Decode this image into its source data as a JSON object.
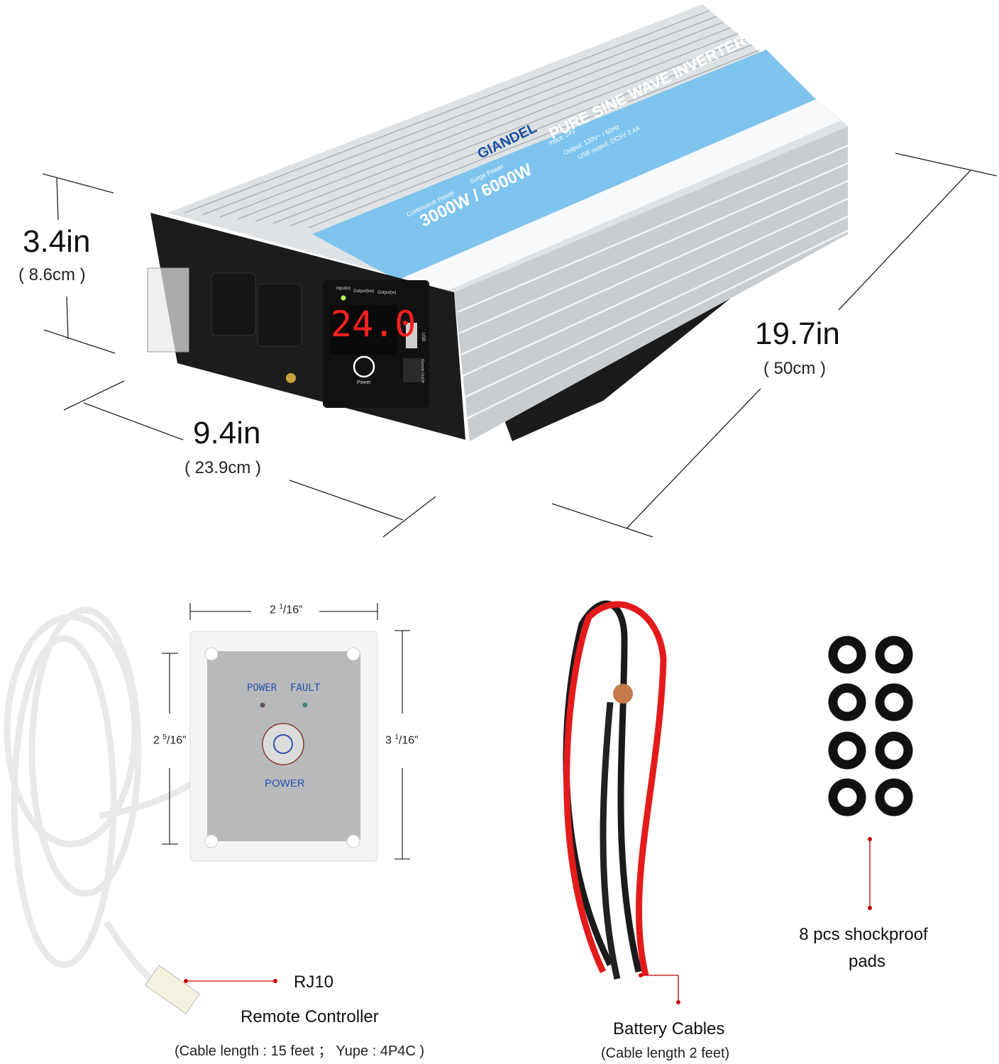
{
  "inverter": {
    "brand": "GIANDEL",
    "title": "PURE SINE WAVE INVERTER",
    "continuous_power_label": "Continuous Power",
    "surge_power_label": "Surge Power",
    "power_rating": "3000W / 6000W",
    "specs": [
      "Input: 24V",
      "Output: 120V~ / 60Hz",
      "USB output: DC5V 2.4A"
    ],
    "display_reading": "24.0",
    "indicator_labels": [
      "Input(v)",
      "Output(kw)",
      "Output(w)"
    ],
    "power_button_label": "Power",
    "usb_label": "USB",
    "remote_port_label": "Remote On/Off",
    "colors": {
      "label_blue": "#7ec4ee",
      "brand_blue": "#1a4fa0",
      "display_red": "#ff2020",
      "housing": "#d9dcde",
      "panel": "#1c1c1c"
    }
  },
  "dimensions": {
    "height": {
      "in": "3.4in",
      "cm": "( 8.6cm )"
    },
    "width": {
      "in": "9.4in",
      "cm": "( 23.9cm )"
    },
    "length": {
      "in": "19.7in",
      "cm": "( 50cm )"
    }
  },
  "remote": {
    "width_whole": "2",
    "width_num": "1",
    "width_den": "/16”",
    "height_whole": "2",
    "height_num": "5",
    "height_den": "/16”",
    "outer_whole": "3",
    "outer_num": "1",
    "outer_den": "/16”",
    "led_labels": [
      "POWER",
      "FAULT"
    ],
    "button_label": "POWER",
    "connector_label": "RJ10",
    "caption": "Remote Controller",
    "detail": "(Cable length : 15 feet ； Yupe : 4P4C )"
  },
  "cables": {
    "caption": "Battery Cables",
    "detail": "(Cable length 2 feet)"
  },
  "pads": {
    "caption_line1": "8 pcs shockproof",
    "caption_line2": "pads"
  }
}
